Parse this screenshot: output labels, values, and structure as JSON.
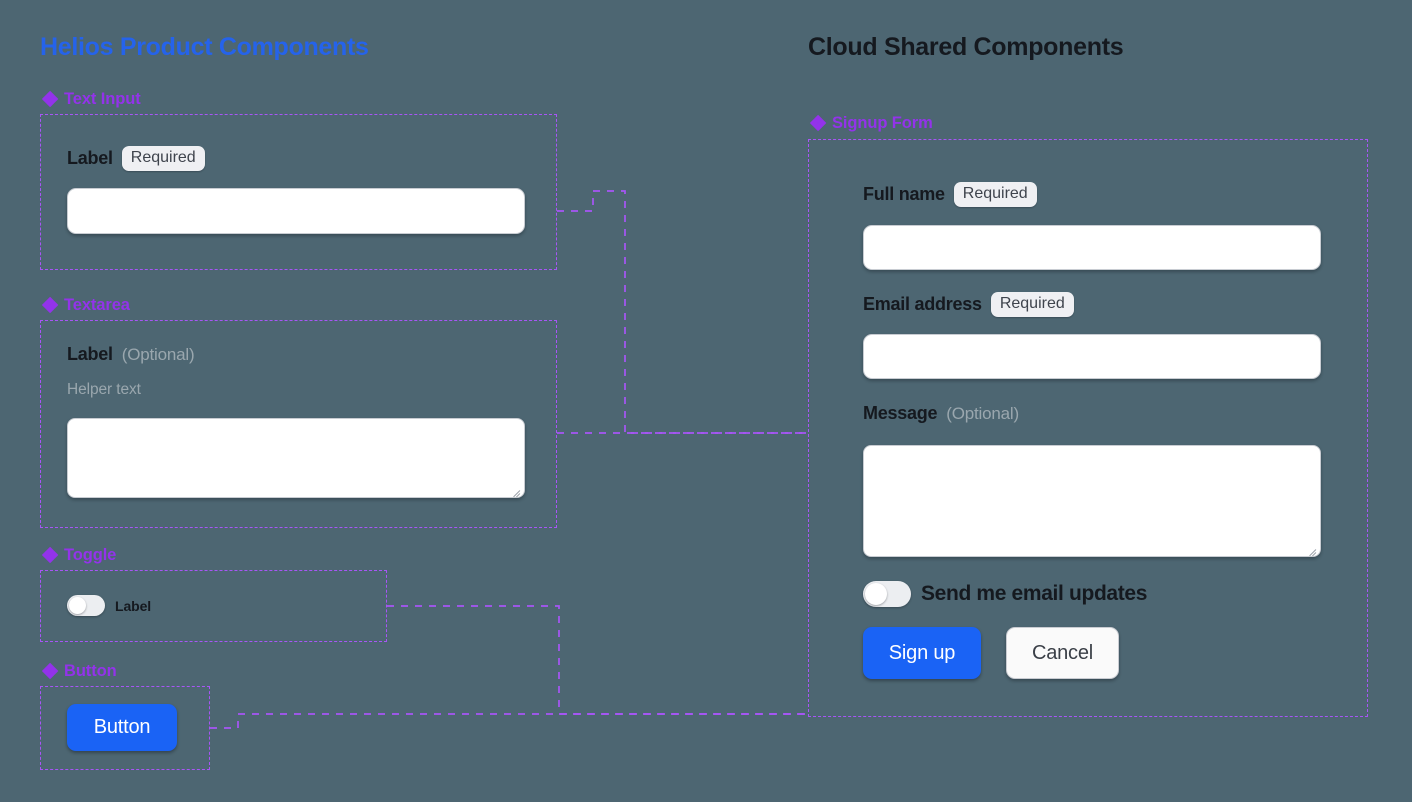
{
  "canvas": {
    "background_color": "#4d6672",
    "connector_color": "#a855f7",
    "accent_blue": "#2563eb",
    "button_blue": "#1a63f5"
  },
  "left_panel": {
    "title": "Helios Product Components",
    "sections": [
      {
        "icon": "diamond-cluster-icon",
        "name": "Text Input",
        "label": "Label",
        "badge": "Required"
      },
      {
        "icon": "diamond-cluster-icon",
        "name": "Textarea",
        "label": "Label",
        "optional": "(Optional)",
        "helper": "Helper text"
      },
      {
        "icon": "diamond-cluster-icon",
        "name": "Toggle",
        "label": "Label"
      },
      {
        "icon": "diamond-cluster-icon",
        "name": "Button",
        "label": "Button"
      }
    ]
  },
  "right_panel": {
    "title": "Cloud Shared Components",
    "section": {
      "icon": "diamond-cluster-icon",
      "name": "Signup Form"
    },
    "fields": [
      {
        "label": "Full name",
        "badge": "Required",
        "type": "text"
      },
      {
        "label": "Email address",
        "badge": "Required",
        "type": "text"
      },
      {
        "label": "Message",
        "optional": "(Optional)",
        "type": "textarea"
      }
    ],
    "toggle": {
      "label": "Send me email updates",
      "state": "off"
    },
    "actions": {
      "primary": "Sign up",
      "secondary": "Cancel"
    }
  }
}
